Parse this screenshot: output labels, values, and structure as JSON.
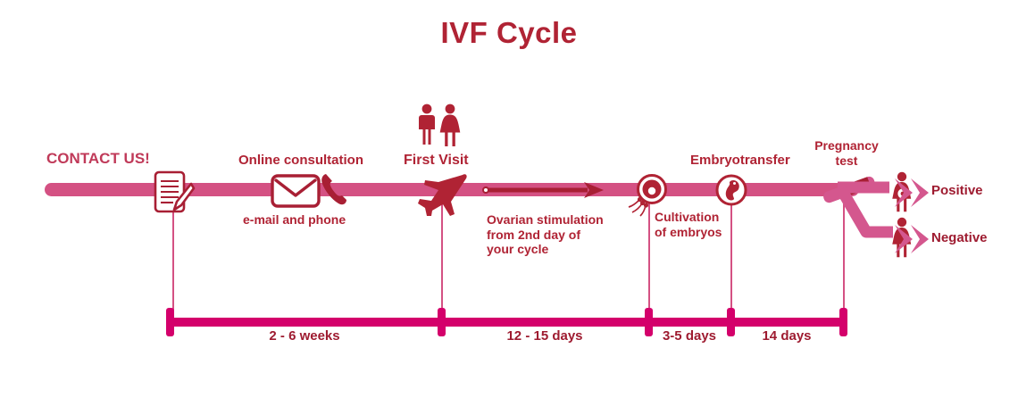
{
  "title": "IVF Cycle",
  "colors": {
    "title_red": "#b02334",
    "bar_pink": "#d45183",
    "scale_magenta": "#d4006b",
    "label_red": "#b02334",
    "arrow_pink": "#d4578e",
    "icon_dark_red": "#a81f34"
  },
  "timeline": {
    "stages": [
      {
        "key": "contact",
        "label": "CONTACT US!",
        "icon": "document-pen-icon",
        "sublabel": ""
      },
      {
        "key": "online_consultation",
        "label": "Online consultation",
        "icon": "envelope-phone-icon",
        "sublabel": "e-mail and phone"
      },
      {
        "key": "first_visit",
        "label": "First Visit",
        "icon": "airplane-icon",
        "top_icon": "couple-icon",
        "sublabel": ""
      },
      {
        "key": "ovarian_stimulation",
        "label": "",
        "icon": "arrow-right-icon",
        "sublabel": "Ovarian stimulation from 2nd day of your cycle"
      },
      {
        "key": "fertilization",
        "label": "",
        "icon": "egg-sperm-icon",
        "sublabel": "Cultivation of embryos"
      },
      {
        "key": "embryotransfer",
        "label": "Embryotransfer",
        "icon": "embryo-icon",
        "sublabel": ""
      },
      {
        "key": "pregnancy_test",
        "label": "Pregnancy test",
        "icon": "pregnancy-test-icon",
        "sublabel": ""
      }
    ],
    "ovarian_text": {
      "line1": "Ovarian stimulation",
      "line2": "from 2nd day of",
      "line3": "your cycle"
    },
    "cultivation_text": {
      "line1": "Cultivation",
      "line2": "of embryos"
    },
    "pregnancy_text": {
      "line1": "Pregnancy",
      "line2": "test"
    }
  },
  "outcomes": [
    {
      "key": "positive",
      "label": "Positive",
      "icon": "pregnant-woman-icon"
    },
    {
      "key": "negative",
      "label": "Negative",
      "icon": "woman-icon"
    }
  ],
  "scale": {
    "segments": [
      {
        "key": "seg-2-6-weeks",
        "label": "2 - 6 weeks"
      },
      {
        "key": "seg-12-15-days",
        "label": "12 - 15 days"
      },
      {
        "key": "seg-3-5-days",
        "label": "3-5 days"
      },
      {
        "key": "seg-14-days",
        "label": "14 days"
      }
    ]
  }
}
